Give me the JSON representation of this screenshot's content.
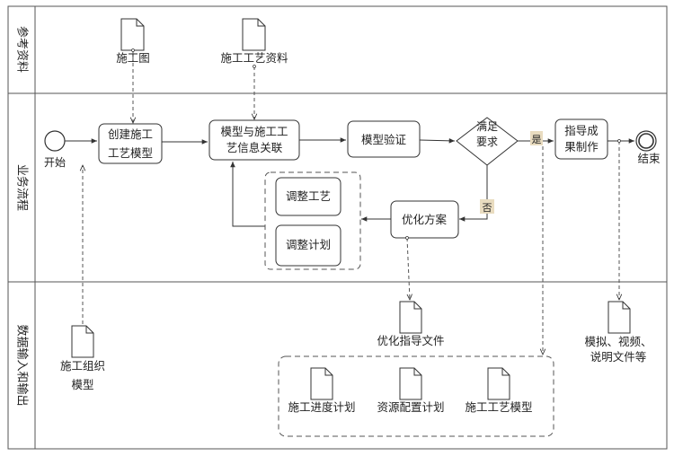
{
  "lanes": {
    "reference": "参考资料",
    "business": "业务流程",
    "data_io": "数据输入和输出"
  },
  "reference_docs": {
    "drawing": "施工图",
    "process_material": "施工工艺资料"
  },
  "events": {
    "start": "开始",
    "end": "结束"
  },
  "tasks": {
    "create_model": [
      "创建施工",
      "工艺模型"
    ],
    "associate_info": [
      "模型与施工工",
      "艺信息关联"
    ],
    "verify_model": "模型验证",
    "guidance_output": [
      "指导成",
      "果制作"
    ],
    "optimize_plan": "优化方案",
    "adjust_process": "调整工艺",
    "adjust_schedule": "调整计划"
  },
  "gateway": {
    "label": [
      "满足",
      "要求"
    ],
    "yes": "是",
    "no": "否"
  },
  "data_docs": {
    "construction_org_model": [
      "施工组织",
      "模型"
    ],
    "optimization_guide": "优化指导文件",
    "deliverables": [
      "模拟、视频、",
      "说明文件等"
    ],
    "progress_plan": "施工进度计划",
    "resource_plan": "资源配置计划",
    "process_model": "施工工艺模型"
  }
}
